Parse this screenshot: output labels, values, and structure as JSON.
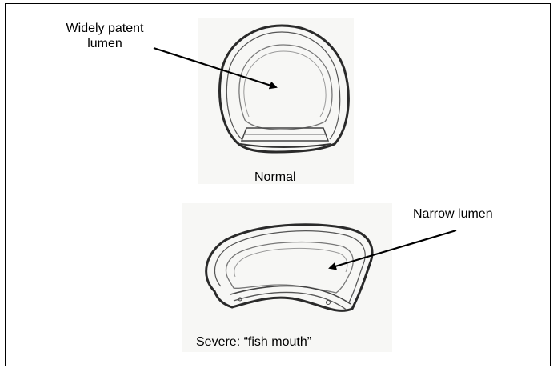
{
  "labels": {
    "widely_patent_line1": "Widely patent",
    "widely_patent_line2": "lumen",
    "normal": "Normal",
    "narrow_lumen": "Narrow lumen",
    "severe": "Severe: “fish mouth”"
  },
  "colors": {
    "outline": "#2a2a2a",
    "inner_outline": "#777777",
    "panel_background": "#f7f7f5"
  }
}
